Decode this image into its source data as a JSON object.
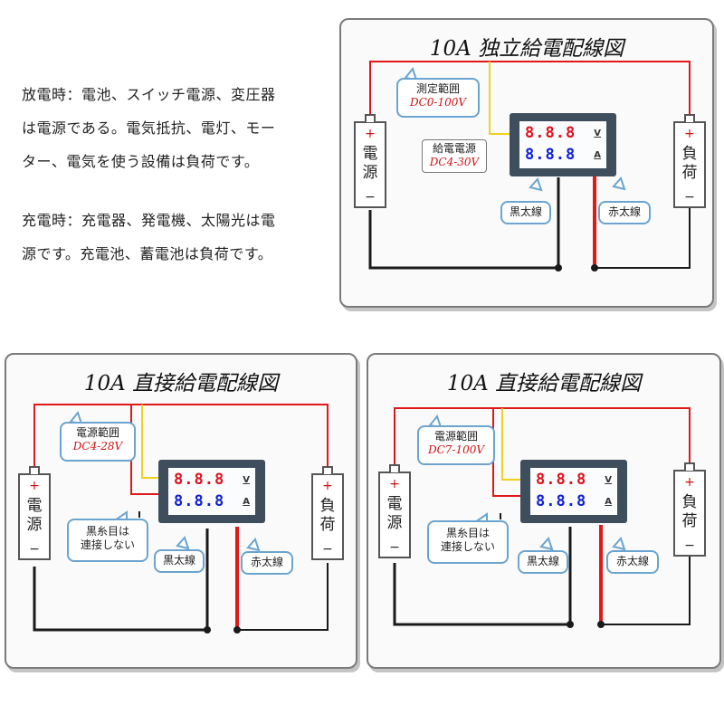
{
  "notes": {
    "discharge": [
      "放電時：電池、スイッチ電源、変圧器",
      "は電源である。電気抵抗、電灯、モー",
      "ター、電気を使う設備は負荷です。"
    ],
    "charge": [
      "充電時：充電器、発電機、太陽光は電",
      "源です。充電池、蓄電池は負荷です。"
    ]
  },
  "panels": {
    "independent": {
      "title": "10A 独立給電配線図",
      "measure_label": "測定範囲",
      "measure_range": "DC0-100V",
      "supply_label": "給電電源",
      "supply_range": "DC4-30V",
      "black_wire": "黒太線",
      "red_wire": "赤太線",
      "source": {
        "plus": "+",
        "label": "電源",
        "minus": "−"
      },
      "load": {
        "plus": "+",
        "label": "負荷",
        "minus": "−"
      },
      "meter": {
        "v_digits": "8.8.8",
        "a_digits": "8.8.8",
        "v_unit": "V",
        "a_unit": "A"
      }
    },
    "direct1": {
      "title": "10A 直接給電配線図",
      "range_label": "電源範囲",
      "range_value": "DC4-28V",
      "thin_black_line1": "黒糸目は",
      "thin_black_line2": "連接しない",
      "black_wire": "黒太線",
      "red_wire": "赤太線",
      "source": {
        "plus": "+",
        "label": "電源",
        "minus": "−"
      },
      "load": {
        "plus": "+",
        "label": "負荷",
        "minus": "−"
      },
      "meter": {
        "v_digits": "8.8.8",
        "a_digits": "8.8.8",
        "v_unit": "V",
        "a_unit": "A"
      }
    },
    "direct2": {
      "title": "10A 直接給電配線図",
      "range_label": "電源範囲",
      "range_value": "DC7-100V",
      "thin_black_line1": "黒糸目は",
      "thin_black_line2": "連接しない",
      "black_wire": "黒太線",
      "red_wire": "赤太線",
      "source": {
        "plus": "+",
        "label": "電源",
        "minus": "−"
      },
      "load": {
        "plus": "+",
        "label": "負荷",
        "minus": "−"
      },
      "meter": {
        "v_digits": "8.8.8",
        "a_digits": "8.8.8",
        "v_unit": "V",
        "a_unit": "A"
      }
    }
  },
  "colors": {
    "red_wire": "#e01818",
    "yellow_wire": "#f0d020",
    "black_wire": "#1a1a1a",
    "bubble_border": "#6aa4cf"
  }
}
